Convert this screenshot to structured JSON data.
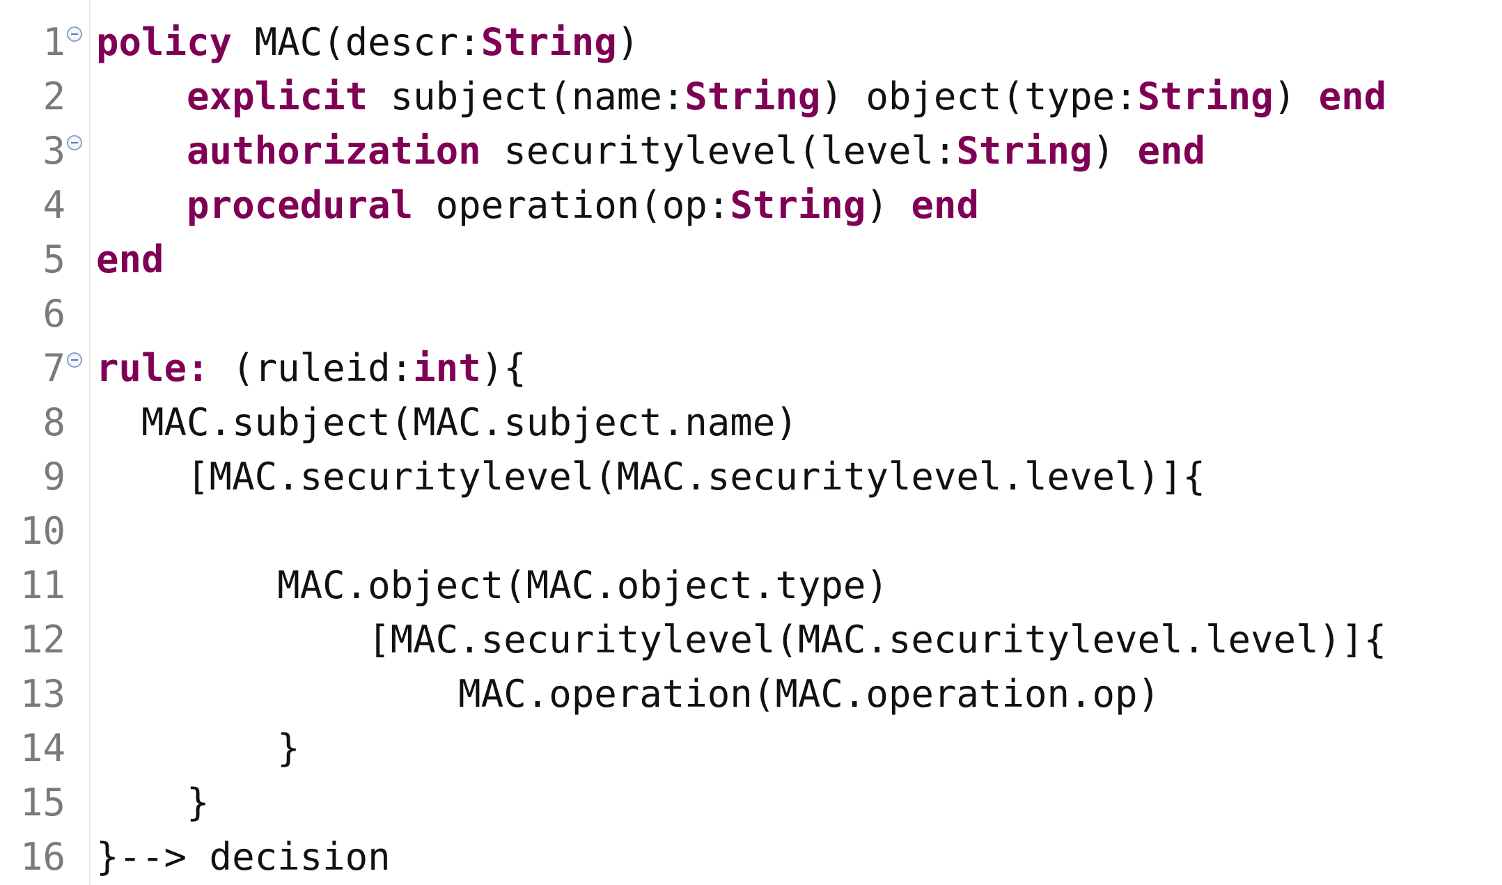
{
  "colors": {
    "keyword": "#7f0055",
    "text": "#111111",
    "line_number": "#7a7a7a",
    "background": "#ffffff"
  },
  "lines": [
    {
      "number": "1",
      "foldable": true,
      "tokens": [
        {
          "t": "policy",
          "k": true
        },
        {
          "t": " MAC(descr:",
          "k": false
        },
        {
          "t": "String",
          "k": true
        },
        {
          "t": ")",
          "k": false
        }
      ]
    },
    {
      "number": "2",
      "foldable": false,
      "tokens": [
        {
          "t": "    ",
          "k": false
        },
        {
          "t": "explicit",
          "k": true
        },
        {
          "t": " subject(name:",
          "k": false
        },
        {
          "t": "String",
          "k": true
        },
        {
          "t": ") object(type:",
          "k": false
        },
        {
          "t": "String",
          "k": true
        },
        {
          "t": ") ",
          "k": false
        },
        {
          "t": "end",
          "k": true
        }
      ]
    },
    {
      "number": "3",
      "foldable": true,
      "tokens": [
        {
          "t": "    ",
          "k": false
        },
        {
          "t": "authorization",
          "k": true
        },
        {
          "t": " securitylevel(level:",
          "k": false
        },
        {
          "t": "String",
          "k": true
        },
        {
          "t": ") ",
          "k": false
        },
        {
          "t": "end",
          "k": true
        }
      ]
    },
    {
      "number": "4",
      "foldable": false,
      "tokens": [
        {
          "t": "    ",
          "k": false
        },
        {
          "t": "procedural",
          "k": true
        },
        {
          "t": " operation(op:",
          "k": false
        },
        {
          "t": "String",
          "k": true
        },
        {
          "t": ") ",
          "k": false
        },
        {
          "t": "end",
          "k": true
        }
      ]
    },
    {
      "number": "5",
      "foldable": false,
      "tokens": [
        {
          "t": "end",
          "k": true
        }
      ]
    },
    {
      "number": "6",
      "foldable": false,
      "tokens": []
    },
    {
      "number": "7",
      "foldable": true,
      "tokens": [
        {
          "t": "rule:",
          "k": true
        },
        {
          "t": " (ruleid:",
          "k": false
        },
        {
          "t": "int",
          "k": true
        },
        {
          "t": "){",
          "k": false
        }
      ]
    },
    {
      "number": "8",
      "foldable": false,
      "tokens": [
        {
          "t": "  MAC.subject(MAC.subject.name)",
          "k": false
        }
      ]
    },
    {
      "number": "9",
      "foldable": false,
      "tokens": [
        {
          "t": "    [MAC.securitylevel(MAC.securitylevel.level)]{",
          "k": false
        }
      ]
    },
    {
      "number": "10",
      "foldable": false,
      "tokens": []
    },
    {
      "number": "11",
      "foldable": false,
      "tokens": [
        {
          "t": "        MAC.object(MAC.object.type)",
          "k": false
        }
      ]
    },
    {
      "number": "12",
      "foldable": false,
      "tokens": [
        {
          "t": "            [MAC.securitylevel(MAC.securitylevel.level)]{",
          "k": false
        }
      ]
    },
    {
      "number": "13",
      "foldable": false,
      "tokens": [
        {
          "t": "                MAC.operation(MAC.operation.op)",
          "k": false
        }
      ]
    },
    {
      "number": "14",
      "foldable": false,
      "tokens": [
        {
          "t": "        }",
          "k": false
        }
      ]
    },
    {
      "number": "15",
      "foldable": false,
      "tokens": [
        {
          "t": "    }",
          "k": false
        }
      ]
    },
    {
      "number": "16",
      "foldable": false,
      "tokens": [
        {
          "t": "}--> decision",
          "k": false
        }
      ]
    }
  ]
}
